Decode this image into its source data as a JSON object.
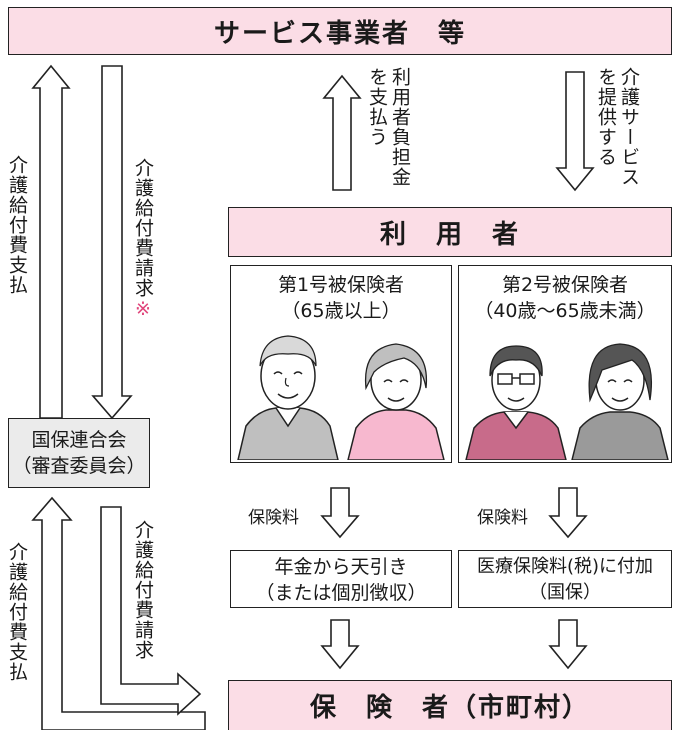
{
  "service_providers": "サービス事業者　等",
  "users": "利　用　者",
  "insurer": "保　険　者（市町村）",
  "review_body": {
    "line1": "国保連合会",
    "line2": "（審査委員会）"
  },
  "insured_1": {
    "line1": "第1号被保険者",
    "line2": "（65歳以上）"
  },
  "insured_2": {
    "line1": "第2号被保険者",
    "line2": "（40歳〜65歳未満）"
  },
  "collection_1": {
    "line1": "年金から天引き",
    "line2": "（または個別徴収）"
  },
  "collection_2": {
    "line1": "医療保険料(税)に付加",
    "line2": "（国保）"
  },
  "premium_label": "保険料",
  "labels": {
    "care_benefit_payment": "介護給付費支払",
    "care_benefit_claim": "介護給付費請求",
    "claim_note_mark": "※",
    "pay_user_share_a": "を支払う",
    "pay_user_share_b": "利用者負担金",
    "provide_service_a": "を提供する",
    "provide_service_b": "介護サービス"
  },
  "colors": {
    "pink_bar": "#fbdde6",
    "gray_box": "#ebebeb",
    "note_mark": "#e0457b",
    "elder_man_shirt": "#bfbfbf",
    "elder_woman_shirt": "#f7b8cf",
    "adult_man_shirt": "#c86b8a",
    "adult_woman_shirt": "#9a9a9a"
  },
  "illustrations": [
    "elderly-man",
    "elderly-woman",
    "middle-aged-man",
    "middle-aged-woman"
  ]
}
